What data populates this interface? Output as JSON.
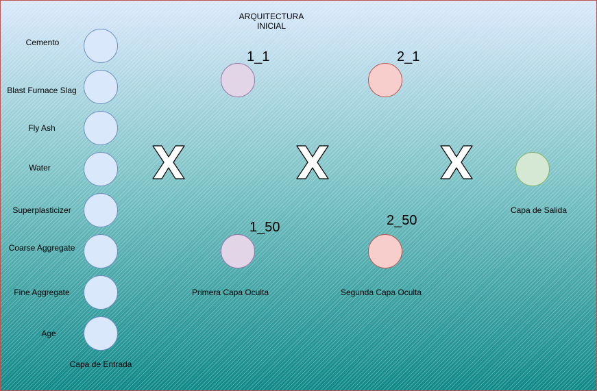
{
  "title": {
    "line1": "ARQUITECTURA",
    "line2": "INICIAL"
  },
  "input_layer": {
    "features": [
      "Cemento",
      "Blast Furnace Slag",
      "Fly Ash",
      "Water",
      "Superplasticizer",
      "Coarse Aggregate",
      "Fine Aggregate",
      "Age"
    ],
    "label": "Capa de Entrada"
  },
  "hidden_layer_1": {
    "top_node": "1_1",
    "bottom_node": "1_50",
    "label": "Primera Capa Oculta"
  },
  "hidden_layer_2": {
    "top_node": "2_1",
    "bottom_node": "2_50",
    "label": "Segunda Capa Oculta"
  },
  "output_layer": {
    "label": "Capa de Salida"
  },
  "connection_icon": "x-cross-icon",
  "colors": {
    "input_node": "#dae8fc",
    "hidden1_node": "#e1d5e7",
    "hidden2_node": "#f8cecc",
    "output_node": "#d5e8d4",
    "border": "#b85450"
  }
}
